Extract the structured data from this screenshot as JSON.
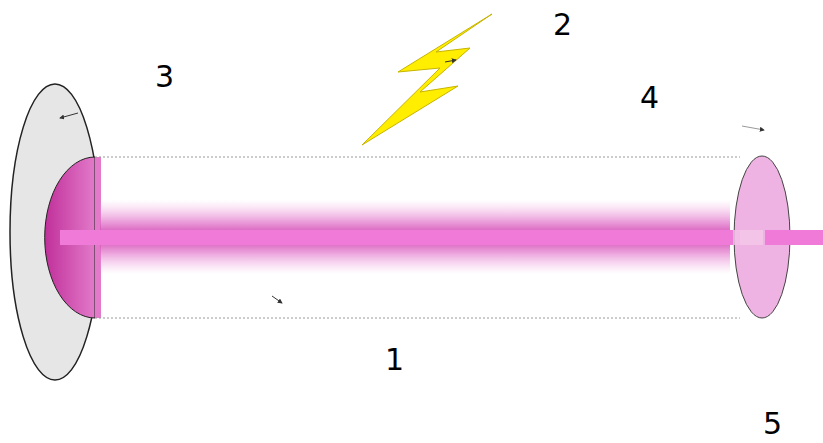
{
  "diagram": {
    "labels": [
      "3",
      "2",
      "4",
      "1",
      "5"
    ]
  }
}
